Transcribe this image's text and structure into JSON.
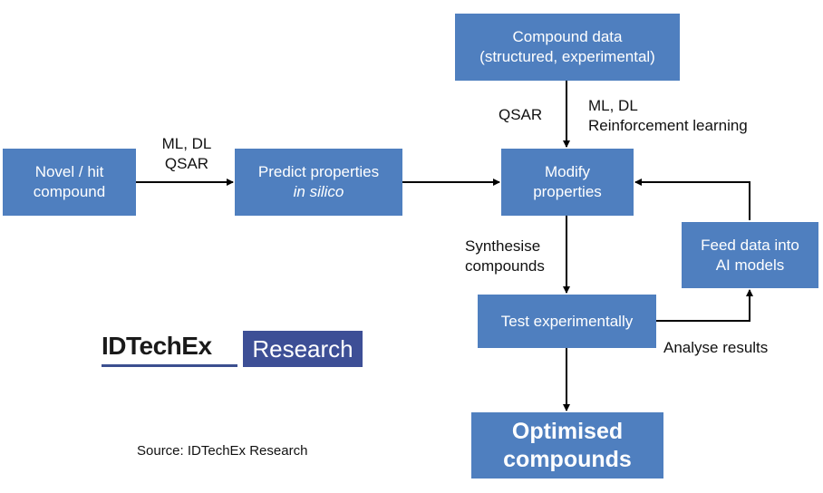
{
  "nodes": {
    "compound_data": {
      "line1": "Compound data",
      "line2": "(structured, experimental)"
    },
    "novel_hit": {
      "line1": "Novel / hit",
      "line2": "compound"
    },
    "predict": {
      "line1": "Predict properties",
      "line2": "in silico"
    },
    "modify": {
      "line1": "Modify",
      "line2": "properties"
    },
    "feed": {
      "line1": "Feed data into",
      "line2": "AI models"
    },
    "test": {
      "line1": "Test experimentally"
    },
    "optimised": {
      "line1": "Optimised",
      "line2": "compounds"
    }
  },
  "edge_labels": {
    "novel_to_predict": {
      "line1": "ML, DL",
      "line2": "QSAR"
    },
    "data_left": {
      "line1": "QSAR"
    },
    "data_right": {
      "line1": "ML, DL",
      "line2": "Reinforcement learning"
    },
    "synthesise": {
      "line1": "Synthesise",
      "line2": "compounds"
    },
    "analyse": {
      "line1": "Analyse results"
    }
  },
  "logo": {
    "brand": "IDTechEx",
    "tag": "Research"
  },
  "source": "Source: IDTechEx Research",
  "colors": {
    "box": "#4f7fbf",
    "logo_box": "#3d4f96",
    "arrow": "#000000"
  }
}
